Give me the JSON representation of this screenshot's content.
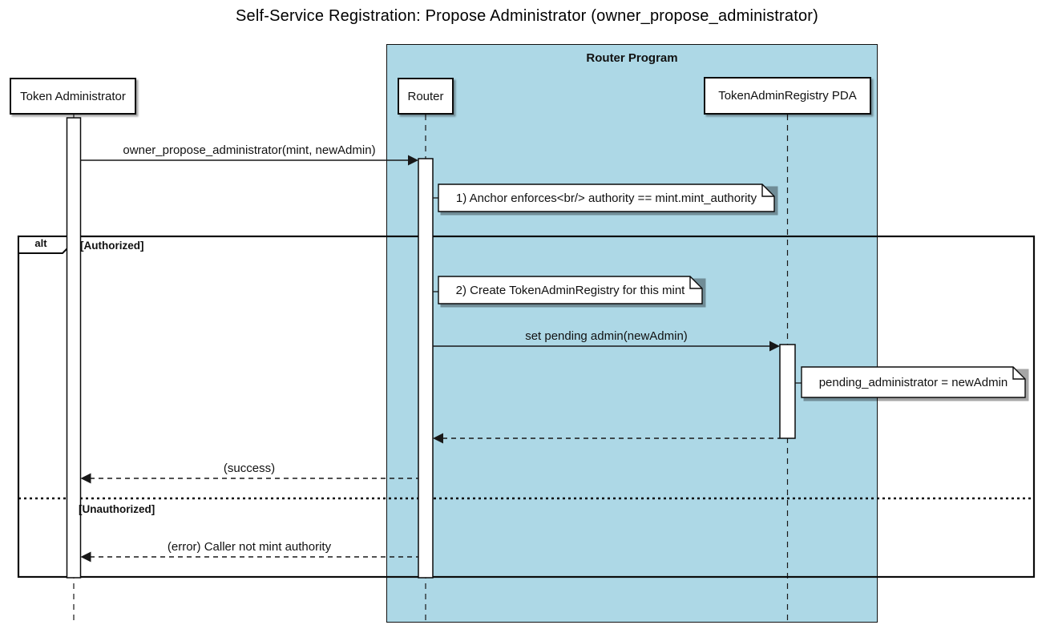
{
  "title": "Self-Service Registration: Propose Administrator (owner_propose_administrator)",
  "group": {
    "label": "Router Program",
    "fill": "#ADD8E6"
  },
  "participants": [
    {
      "label": "Token Administrator"
    },
    {
      "label": "Router"
    },
    {
      "label": "TokenAdminRegistry PDA"
    }
  ],
  "frame": {
    "operator": "alt",
    "branches": [
      {
        "guard": "[Authorized]"
      },
      {
        "guard": "[Unauthorized]"
      }
    ]
  },
  "messages": [
    {
      "label": "owner_propose_administrator(mint, newAdmin)",
      "from": "Token Administrator",
      "to": "Router",
      "line": "solid"
    },
    {
      "label": "set pending admin(newAdmin)",
      "from": "Router",
      "to": "TokenAdminRegistry PDA",
      "line": "solid"
    },
    {
      "label": "",
      "from": "TokenAdminRegistry PDA",
      "to": "Router",
      "line": "dashed"
    },
    {
      "label": "(success)",
      "from": "Router",
      "to": "Token Administrator",
      "line": "dashed"
    },
    {
      "label": "(error) Caller not mint authority",
      "from": "Router",
      "to": "Token Administrator",
      "line": "dashed"
    }
  ],
  "notes": [
    {
      "text": "1) Anchor enforces<br/> authority == mint.mint_authority"
    },
    {
      "text": "2) Create TokenAdminRegistry for this mint"
    },
    {
      "text": "pending_administrator = newAdmin"
    }
  ],
  "colors": {
    "group_fill": "#ADD8E6",
    "line": "#181818",
    "participant_fill": "#FFFFFF",
    "note_fill": "#FFFFFF"
  }
}
